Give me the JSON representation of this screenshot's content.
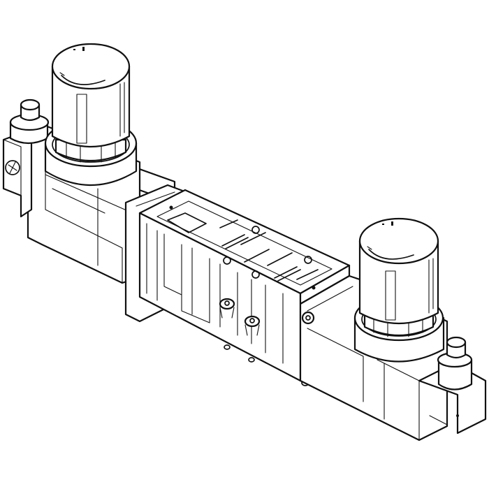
{
  "figure": {
    "title": "Pneumatic regulator plate assembly",
    "description": "Isometric line drawing of a manifold block with two pressure regulator knobs, a central sub-base with ports, and end fittings",
    "colors": {
      "line": "#111111",
      "background": "#ffffff"
    },
    "parts": [
      {
        "name": "left-regulator-knob"
      },
      {
        "name": "right-regulator-knob"
      },
      {
        "name": "central-subbase"
      },
      {
        "name": "left-end-fitting"
      },
      {
        "name": "right-end-fitting"
      }
    ]
  }
}
